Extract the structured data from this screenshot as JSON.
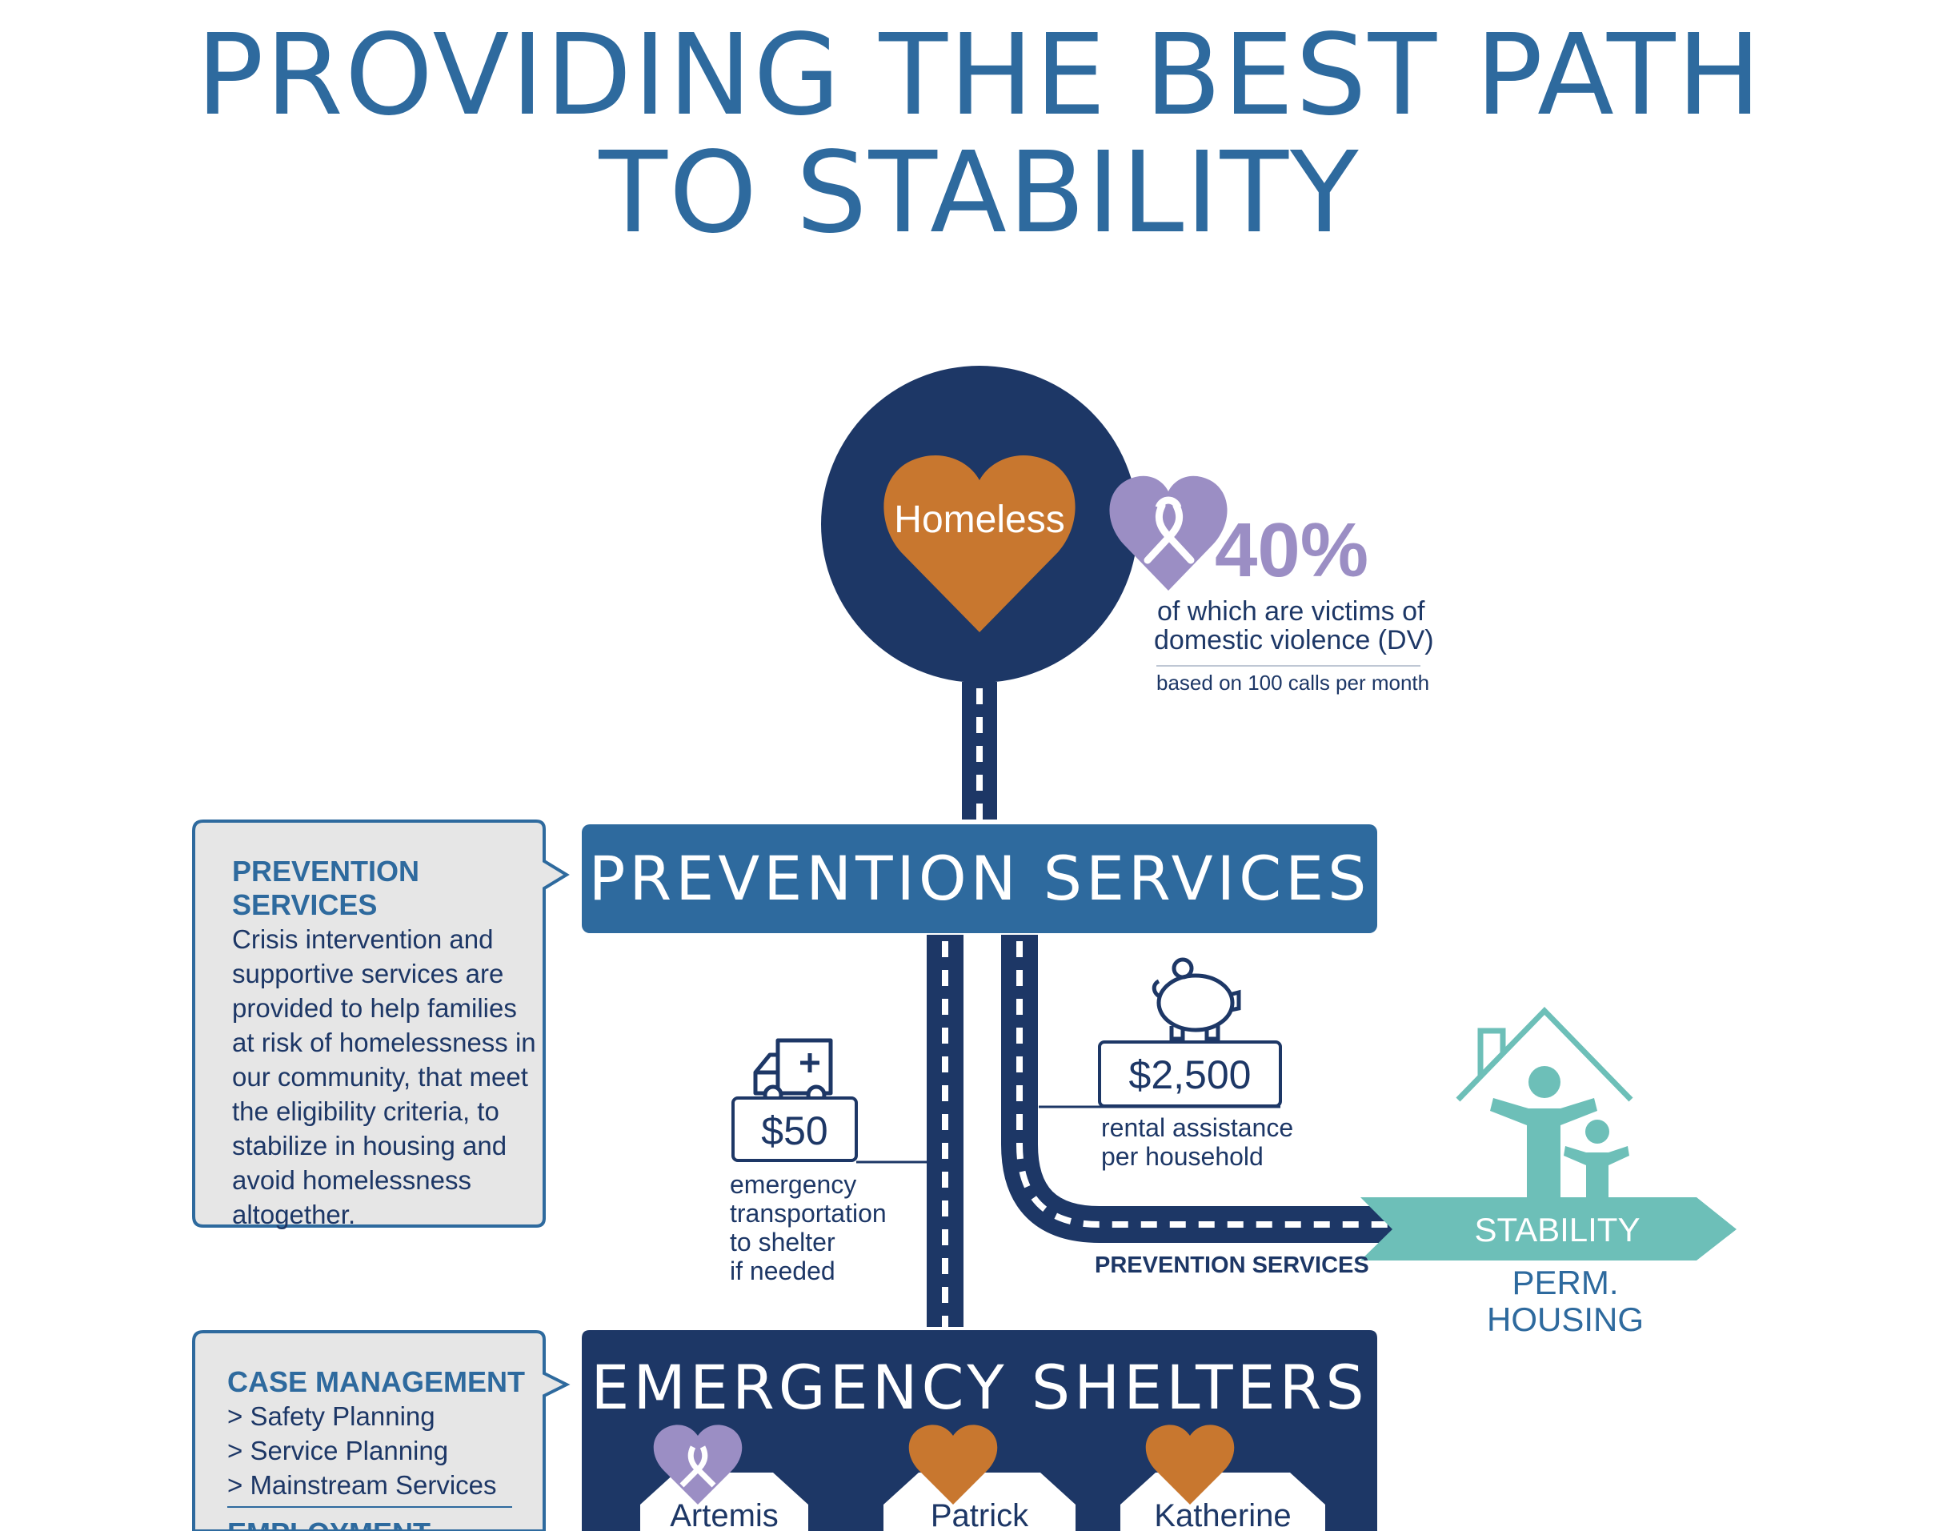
{
  "title": {
    "line1": "PROVIDING THE BEST PATH",
    "line2": "TO STABILITY"
  },
  "homeless": {
    "label": "Homeless",
    "dv_percent": "40%",
    "dv_text_line1": "of which are victims of",
    "dv_text_line2": "domestic violence (DV)",
    "basis": "based on 100 calls per month"
  },
  "prevention": {
    "banner": "PREVENTION SERVICES",
    "callout_heading": "PREVENTION SERVICES",
    "callout_lines": [
      "Crisis intervention and",
      "supportive services are",
      "provided to help families",
      "at risk of homelessness in",
      "our community, that meet",
      "the eligibility criteria, to",
      "stabilize in housing and",
      "avoid homelessness",
      "altogether."
    ],
    "transport_amount": "$50",
    "transport_lines": [
      "emergency",
      "transportation",
      "to shelter",
      "if needed"
    ],
    "rental_amount": "$2,500",
    "rental_lines": [
      "rental assistance",
      "per household"
    ],
    "road_label": "PREVENTION SERVICES"
  },
  "stability": {
    "label": "STABILITY",
    "sublabel": "PERM. HOUSING"
  },
  "shelters": {
    "banner": "EMERGENCY SHELTERS",
    "callout_heading": "CASE MANAGEMENT",
    "callout_items": [
      "> Safety Planning",
      "> Service Planning",
      "> Mainstream Services"
    ],
    "callout_heading2": "EMPLOYMENT SUPPORT",
    "names": [
      "Artemis",
      "Patrick",
      "Katherine"
    ]
  },
  "colors": {
    "navy": "#1d3766",
    "blue": "#2e6a9e",
    "orange": "#c8772f",
    "purple": "#9b8ec4",
    "teal": "#6dbfb8",
    "callout_bg": "#e6e6e6"
  },
  "icons": [
    "heart-icon",
    "ribbon-heart-icon",
    "ambulance-icon",
    "piggy-bank-icon",
    "house-family-icon",
    "arrow-banner-icon"
  ]
}
